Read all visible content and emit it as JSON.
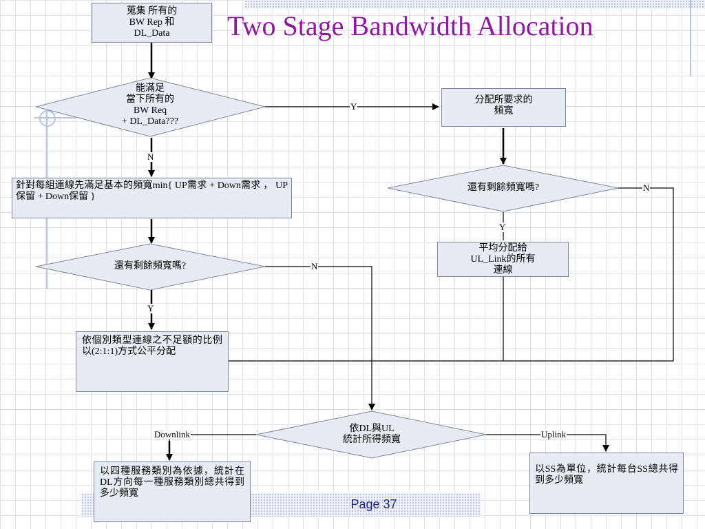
{
  "title": "Two Stage Bandwidth Allocation",
  "page_label": "Page 37",
  "nodes": {
    "collect": "蒐集 所有的\nBW Rep 和\nDL_Data",
    "decision_satisfy": "能滿足\n當下所有的\nBW Req\n+ DL_Data???",
    "allocate_requested": "分配所要求的\n頻寬",
    "basic_bandwidth": "針對每組連線先滿足基本的頻寬min{ UP需求 + Down需求 ， UP保留 + Down保留 }",
    "decision_remaining_left": "還有剩餘頻寬嗎?",
    "decision_remaining_right": "還有剩餘頻寬嗎?",
    "average_ul": "平均分配給\nUL_Link的所有\n連線",
    "proportional": "依個別類型連線之不足額的比例以(2:1:1)方式公平分配",
    "decision_dl_ul": "依DL與UL\n統計所得頻寬",
    "downlink_stats": "以四種服務類別為依據，統計在DL方向每一種服務類別總共得到多少頻寬",
    "uplink_stats": "以SS為單位，統計每台SS總共得到多少頻寬"
  },
  "edge_labels": {
    "yes_top": "Y",
    "no_top": "N",
    "no_left": "N",
    "yes_left": "Y",
    "no_right": "N",
    "yes_right": "Y",
    "downlink": "Downlink",
    "uplink": "Uplink"
  }
}
